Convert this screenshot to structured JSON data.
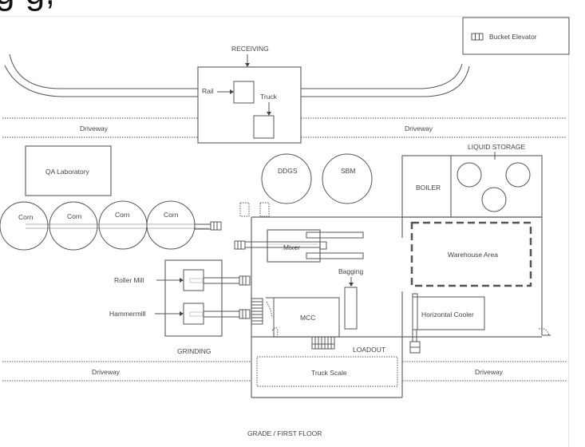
{
  "caption_fragment": "g                                                                 g,",
  "legend": {
    "icon": "bucket-elevator-icon",
    "label": "Bucket Elevator"
  },
  "areas": {
    "receiving": "RECEIVING",
    "rail": "Rail",
    "truck": "Truck",
    "driveway_top_left": "Driveway",
    "driveway_top_right": "Driveway",
    "driveway_bottom_left": "Driveway",
    "driveway_bottom_right": "Driveway",
    "qa_lab": "QA Laboratory",
    "corn_bins": [
      "Corn",
      "Corn",
      "Corn",
      "Corn"
    ],
    "ddgs": "DDGS",
    "sbm": "SBM",
    "boiler": "BOILER",
    "liquid_storage": "LIQUID STORAGE",
    "warehouse": "Warehouse Area",
    "mixer": "Mixer",
    "bagging": "Bagging",
    "roller_mill": "Roller Mill",
    "hammermill": "Hammermill",
    "grinding": "GRINDING",
    "mcc": "MCC",
    "loadout": "LOADOUT",
    "horizontal_cooler": "Horizontal Cooler",
    "truck_scale": "Truck Scale",
    "floor_title": "GRADE / FIRST FLOOR"
  }
}
